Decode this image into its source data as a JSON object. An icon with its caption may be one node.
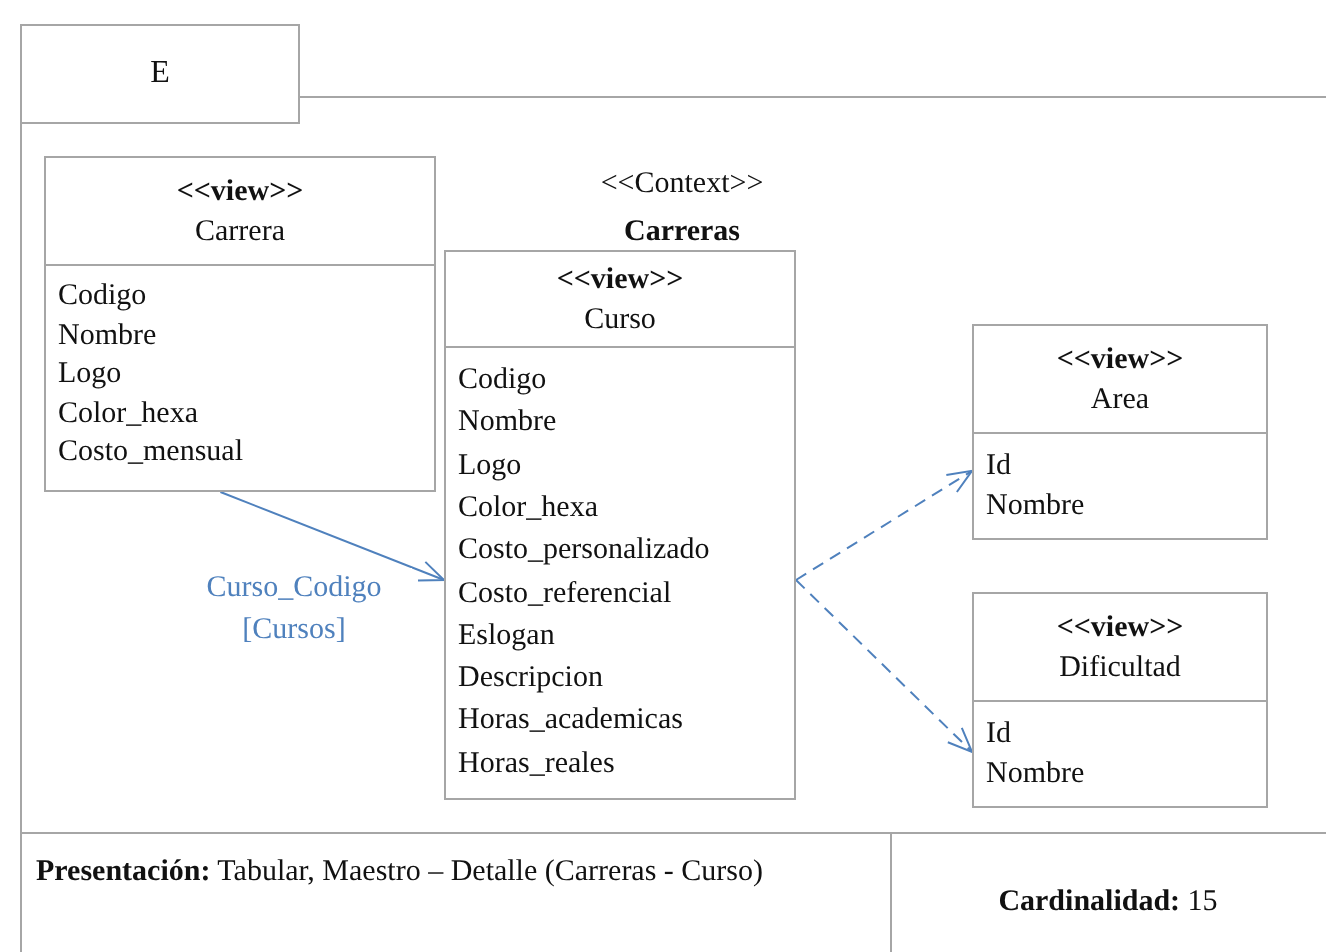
{
  "diagram": {
    "nodes": [
      {
        "text": [
          "E"
        ]
      },
      {
        "text": [
          "<<view>>",
          "Carrera",
          "Codigo",
          "Nombre",
          "Logo",
          "Color_hexa",
          "Costo_mensual"
        ]
      },
      {
        "text": [
          "<<view>>",
          "Curso",
          "Codigo",
          "Nombre",
          "Logo",
          "Color_hexa",
          "Costo_personalizado",
          "Costo_referencial",
          "Eslogan",
          "Descripcion",
          "Horas_academicas",
          "Horas_reales"
        ]
      },
      {
        "text": [
          "<<view>>",
          "Area",
          "Id",
          "Nombre"
        ]
      },
      {
        "text": [
          "<<view>>",
          "Dificultad",
          "Id",
          "Nombre"
        ]
      }
    ],
    "edges": [
      {
        "from": 1,
        "to": 2,
        "arrow": "to",
        "label": "Curso_Codigo [Cursos]"
      },
      {
        "from": 2,
        "to": 3,
        "arrow": "to",
        "style": "dashed"
      },
      {
        "from": 2,
        "to": 4,
        "arrow": "to",
        "style": "dashed"
      }
    ],
    "labels": [
      "<<Context>>",
      "Carreras",
      "**Presentación:** Tabular, Maestro – Detalle (Carreras - Curso)",
      "**Cardinalidad:** 15"
    ]
  }
}
